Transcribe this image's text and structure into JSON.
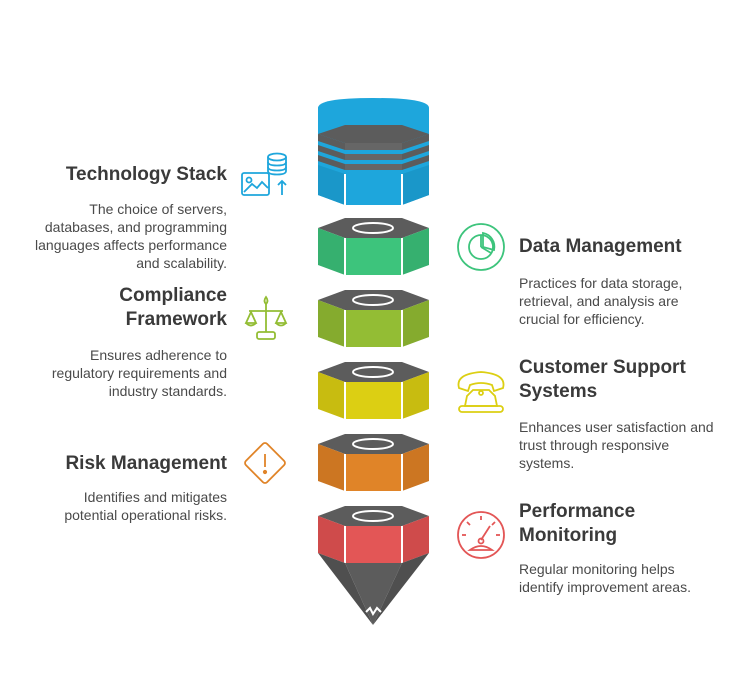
{
  "items": {
    "tech": {
      "title": "Technology Stack",
      "desc": "The choice of servers, databases, and programming languages affects performance and scalability."
    },
    "data": {
      "title": "Data Management",
      "desc": "Practices for data storage, retrieval, and analysis are crucial for efficiency."
    },
    "compliance": {
      "title_line1": "Compliance",
      "title_line2": "Framework",
      "desc": "Ensures adherence to regulatory requirements and industry standards."
    },
    "support": {
      "title_line1": "Customer Support",
      "title_line2": "Systems",
      "desc": "Enhances user satisfaction and trust through responsive systems."
    },
    "risk": {
      "title": "Risk Management",
      "desc": "Identifies and mitigates potential operational risks."
    },
    "performance": {
      "title_line1": "Performance",
      "title_line2": "Monitoring",
      "desc": "Regular monitoring helps identify improvement areas."
    }
  },
  "colors": {
    "blue": "#1ea6dc",
    "green": "#3dc47c",
    "lime": "#93bd34",
    "yellow": "#dccf13",
    "orange": "#e08428",
    "red": "#e35656",
    "gray": "#5c5c5c",
    "darkgray": "#555555"
  }
}
